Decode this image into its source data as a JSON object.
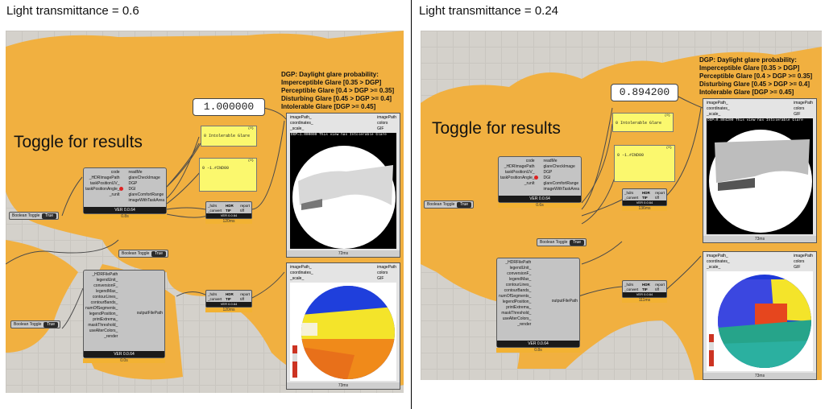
{
  "panels": [
    {
      "title": "Light transmittance = 0.6",
      "number_value": "1.000000",
      "toggle_label": "Toggle for results",
      "glare_yellow": "0 Intolerable Glare",
      "dgi_yellow": "0 -1.#IND00",
      "yellow_header": "{0}",
      "viewer_caption": "DGP=1.000000 This view has Intolerable Glare",
      "top_viewer_time": "72ms",
      "bottom_viewer_time": "73ms",
      "glare_comp_time": "0.8s",
      "hdr_comp_time": "120ms",
      "legend_comp_time": "0.0s",
      "hdr2_comp_time": "120ms"
    },
    {
      "title": "Light transmittance = 0.24",
      "number_value": "0.894200",
      "toggle_label": "Toggle for results",
      "glare_yellow": "0 Intolerable Glare",
      "dgi_yellow": "0 -1.#IND00",
      "yellow_header": "{0}",
      "viewer_caption": "DGP=0.894200 This view has Intolerable Glare",
      "top_viewer_time": "73ms",
      "bottom_viewer_time": "73ms",
      "glare_comp_time": "0.6s",
      "hdr_comp_time": "136ms",
      "legend_comp_time": "0.8s",
      "hdr2_comp_time": "111ms"
    }
  ],
  "dgp_legend": {
    "heading": "DGP: Daylight glare probability:",
    "lines": [
      "Imperceptible Glare [0.35 > DGP]",
      "Perceptible Glare [0.4 > DGP >= 0.35]",
      "Disturbing Glare [0.45 > DGP >= 0.4]",
      "Intolerable Glare [DGP >= 0.45]"
    ]
  },
  "glare_component": {
    "inputs": [
      "code",
      "_HDRImagePath",
      "taskPositionUV_",
      "taskPositionAngle_",
      "_runIt"
    ],
    "outputs": [
      "readMe",
      "glareCheckImage",
      "DGP",
      "DGI",
      "glareComfortRange",
      "imageWithTaskArea"
    ],
    "version": "VER 0.0.64"
  },
  "hdr_component": {
    "inputs": [
      "_hdrs",
      "_convert"
    ],
    "outputs": [
      "report",
      "tiff"
    ],
    "badges": [
      "HDR",
      "TIF"
    ],
    "version": "VER 0.0.64"
  },
  "legend_component": {
    "inputs": [
      "_HDRFilePath",
      "legendUnit_",
      "conversionF_",
      "legendMax_",
      "contourLines_",
      "contourBands_",
      "numOfSegments_",
      "legendPosition_",
      "printExtrema_",
      "maskThreshold_",
      "useAlterColors_",
      "_render"
    ],
    "outputs": [
      "outputFilePath"
    ],
    "version": "VER 0.0.64"
  },
  "viewer_component": {
    "inputs": [
      "imagePath_",
      "coordinates_",
      "_scale_"
    ],
    "outputs": [
      "colors",
      "GIF"
    ]
  },
  "boolean_toggle": {
    "label": "Boolean Toggle",
    "value": "True"
  },
  "colors": {
    "blob": "#f1b040",
    "canvas": "#d4d1cb",
    "wire": "#4a4a4a"
  }
}
